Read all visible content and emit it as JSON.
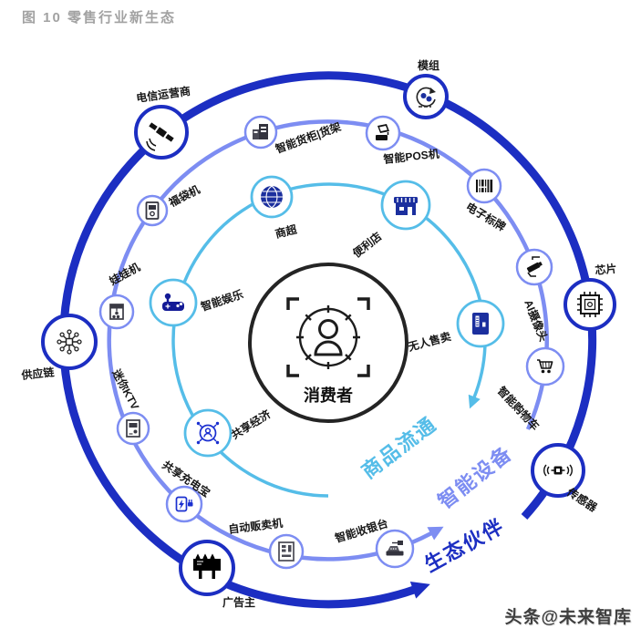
{
  "figure": {
    "title": "图 10 零售行业新生态",
    "watermark": "头条@未来智库"
  },
  "center": {
    "label": "消费者"
  },
  "rings": [
    {
      "id": "goods-circulation",
      "label": "商品流通",
      "color": "#55bde8"
    },
    {
      "id": "smart-devices",
      "label": "智能设备",
      "color": "#7d8df2"
    },
    {
      "id": "eco-partners",
      "label": "生态伙伴",
      "color": "#1c2ec2"
    }
  ],
  "nodes": [
    {
      "label": "模组",
      "icon": "module-icon",
      "ring": "eco-partners"
    },
    {
      "label": "电信运营商",
      "icon": "satellite-icon",
      "ring": "eco-partners"
    },
    {
      "label": "智能货柜|货架",
      "icon": "smart-cabinet-icon",
      "ring": "smart-devices"
    },
    {
      "label": "智能POS机",
      "icon": "pos-terminal-icon",
      "ring": "smart-devices"
    },
    {
      "label": "电子标牌",
      "icon": "barcode-icon",
      "ring": "smart-devices"
    },
    {
      "label": "福袋机",
      "icon": "lucky-bag-machine-icon",
      "ring": "smart-devices"
    },
    {
      "label": "商超",
      "icon": "globe-store-icon",
      "ring": "goods-circulation"
    },
    {
      "label": "便利店",
      "icon": "storefront-icon",
      "ring": "goods-circulation"
    },
    {
      "label": "娃娃机",
      "icon": "claw-machine-icon",
      "ring": "smart-devices"
    },
    {
      "label": "智能娱乐",
      "icon": "gamepad-icon",
      "ring": "goods-circulation"
    },
    {
      "label": "芯片",
      "icon": "chip-icon",
      "ring": "eco-partners"
    },
    {
      "label": "AI摄像头",
      "icon": "cctv-camera-icon",
      "ring": "smart-devices"
    },
    {
      "label": "供应链",
      "icon": "network-hub-icon",
      "ring": "eco-partners"
    },
    {
      "label": "无人售卖",
      "icon": "vending-door-icon",
      "ring": "goods-circulation"
    },
    {
      "label": "智能购物车",
      "icon": "shopping-cart-icon",
      "ring": "smart-devices"
    },
    {
      "label": "迷你KTV",
      "icon": "ktv-booth-icon",
      "ring": "smart-devices"
    },
    {
      "label": "共享经济",
      "icon": "sharing-network-icon",
      "ring": "goods-circulation"
    },
    {
      "label": "传感器",
      "icon": "sensor-icon",
      "ring": "eco-partners"
    },
    {
      "label": "共享充电宝",
      "icon": "power-bank-icon",
      "ring": "smart-devices"
    },
    {
      "label": "自动贩卖机",
      "icon": "vending-machine-icon",
      "ring": "smart-devices"
    },
    {
      "label": "智能收银台",
      "icon": "cash-register-icon",
      "ring": "smart-devices"
    },
    {
      "label": "广告主",
      "icon": "billboard-icon",
      "ring": "eco-partners"
    }
  ]
}
